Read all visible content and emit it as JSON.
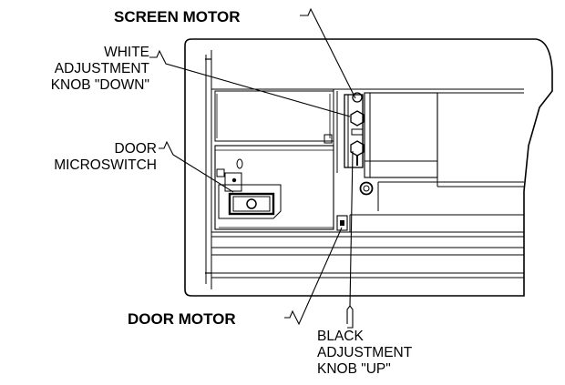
{
  "labels": {
    "screen_motor": "SCREEN MOTOR",
    "white_knob": [
      "WHITE",
      "ADJUSTMENT",
      "KNOB \"DOWN\""
    ],
    "door_microswitch": [
      "DOOR",
      "MICROSWITCH"
    ],
    "door_motor": "DOOR MOTOR",
    "black_knob": [
      "BLACK",
      "ADJUSTMENT",
      "KNOB \"UP\""
    ]
  },
  "colors": {
    "line": "#000000",
    "background": "#ffffff",
    "fill_light": "#f2f2f2"
  }
}
